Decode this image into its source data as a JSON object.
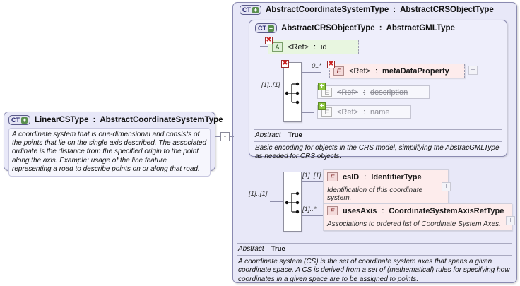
{
  "left_type": {
    "badge": "CT",
    "badge_mode": "plus",
    "name": "LinearCSType",
    "separator": ":",
    "base": "AbstractCoordinateSystemType",
    "documentation": "A coordinate system that is one-dimensional and consists of the points that lie on the single axis described. The associated ordinate is the distance from the specified origin to the point along the axis. Example: usage of the line feature representing a road to describe points on or along that road."
  },
  "connector": {
    "toggle": "-"
  },
  "outer": {
    "badge": "CT",
    "badge_mode": "plus",
    "name": "AbstractCoordinateSystemType",
    "separator": ":",
    "base": "AbstractCRSObjectType",
    "footer": {
      "abstract_label": "Abstract",
      "abstract_value": "True",
      "documentation": "A coordinate system (CS) is the set of coordinate system axes that spans a given coordinate space. A CS is derived from a set of (mathematical) rules for specifying how coordinates in a given space are to be assigned to points."
    }
  },
  "inner": {
    "badge": "CT",
    "badge_mode": "minus",
    "name": "AbstractCRSObjectType",
    "separator": ":",
    "base": "AbstractGMLType",
    "footer": {
      "abstract_label": "Abstract",
      "abstract_value": "True",
      "documentation": "Basic encoding for objects in the CRS model, simplifying the AbstracGMLType as needed for CRS objects."
    },
    "attribute": {
      "badge": "A",
      "marker": "x",
      "ref": "<Ref>",
      "separator": ":",
      "name": "id"
    },
    "sequence": {
      "marker": "x",
      "cardinality": "[1]..[1]",
      "items": [
        {
          "badge": "E",
          "marker": "x",
          "state": "dashed",
          "cardinality": "0..*",
          "ref": "<Ref>",
          "separator": ":",
          "name": "metaDataProperty",
          "expander": "+"
        },
        {
          "badge": "E",
          "marker": "plus",
          "state": "ghost",
          "cardinality": "",
          "ref": "<Ref>",
          "separator": ":",
          "name": "description",
          "expander": ""
        },
        {
          "badge": "E",
          "marker": "plus",
          "state": "ghost",
          "cardinality": "",
          "ref": "<Ref>",
          "separator": ":",
          "name": "name",
          "expander": ""
        }
      ]
    }
  },
  "outer_sequence": {
    "cardinality": "[1]..[1]",
    "items": [
      {
        "badge": "E",
        "cardinality": "[1]..[1]",
        "name": "csID",
        "separator": ":",
        "type": "IdentifierType",
        "documentation": "Identification of this coordinate system.",
        "expander": "+"
      },
      {
        "badge": "E",
        "cardinality": "[1]..*",
        "name": "usesAxis",
        "separator": ":",
        "type": "CoordinateSystemAxisRefType",
        "documentation": "Associations to ordered list of Coordinate System Axes.",
        "expander": "+"
      }
    ]
  }
}
